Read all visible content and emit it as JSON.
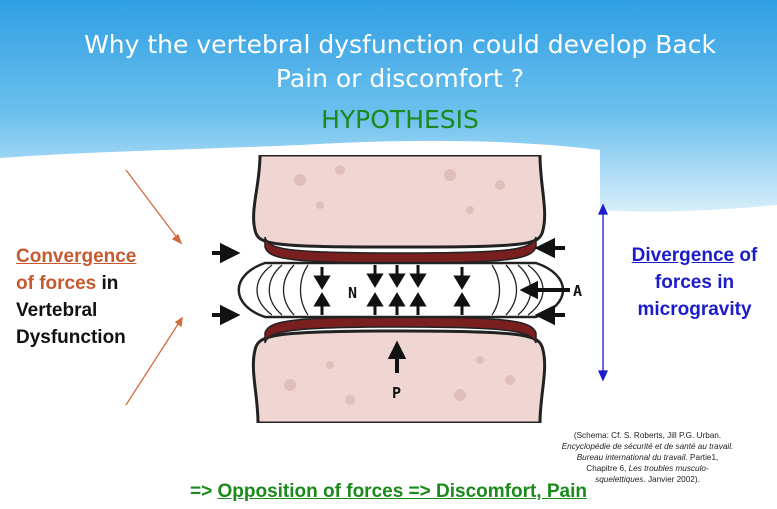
{
  "header": {
    "title_line1": "Why the vertebral dysfunction could develop Back",
    "title_line2": "Pain or discomfort ?",
    "hypothesis": "HYPOTHESIS"
  },
  "diagram": {
    "label_n": "N",
    "label_a": "A",
    "label_p": "P"
  },
  "left_text": {
    "convergence": "Convergence",
    "of_forces": "of forces",
    "in": " in",
    "line3": "Vertebral",
    "line4": "Dysfunction"
  },
  "right_text": {
    "divergence": "Divergence",
    "of": " of",
    "line2": "forces in",
    "line3": "microgravity"
  },
  "citation": {
    "part1": "(Schema: Cf. S. Roberts, Jill P.G. Urban.",
    "part2": "Encyclopédie de sécurité et de santé au travail.",
    "part3": "Bureau international du travail.",
    "part4": " Partie1,",
    "part5": "Chapitre 6, ",
    "part6": "Les troubles musculo-",
    "part7": "squelettiques",
    "part8": ". Janvier 2002)."
  },
  "conclusion": {
    "prefix": "=> ",
    "text": "Opposition of forces => Discomfort, Pain"
  },
  "colors": {
    "header_blue": "#3aa6e6",
    "title_green": "#1a8a1a",
    "convergence_orange": "#c65a2e",
    "divergence_blue": "#1c1ccc",
    "disc_red": "#7a1f1f",
    "bone_pink": "#f0d6d2"
  }
}
